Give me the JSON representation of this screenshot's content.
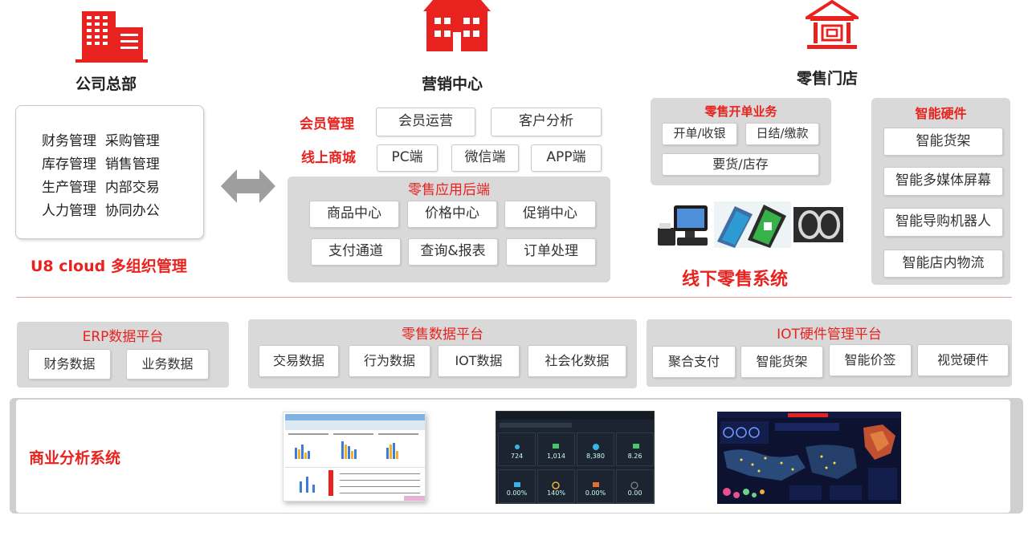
{
  "hq": {
    "title": "公司总部",
    "items": [
      [
        "财务管理",
        "采购管理"
      ],
      [
        "库存管理",
        "销售管理"
      ],
      [
        "生产管理",
        "内部交易"
      ],
      [
        "人力管理",
        "协同办公"
      ]
    ],
    "caption": "U8 cloud 多组织管理"
  },
  "marketing": {
    "title": "营销中心",
    "member_label": "会员管理",
    "member_items": [
      "会员运营",
      "客户分析"
    ],
    "online_label": "线上商城",
    "online_items": [
      "PC端",
      "微信端",
      "APP端"
    ],
    "backend_title": "零售应用后端",
    "backend_items": [
      "商品中心",
      "价格中心",
      "促销中心",
      "支付通道",
      "查询&报表",
      "订单处理"
    ]
  },
  "store": {
    "title": "零售门店",
    "biz_title": "零售开单业务",
    "biz_items": [
      "开单/收银",
      "日结/缴款",
      "要货/店存"
    ],
    "caption": "线下零售系统",
    "hw_title": "智能硬件",
    "hw_items": [
      "智能货架",
      "智能多媒体屏幕",
      "智能导购机器人",
      "智能店内物流"
    ]
  },
  "platforms": {
    "erp": {
      "title": "ERP数据平台",
      "items": [
        "财务数据",
        "业务数据"
      ]
    },
    "retail": {
      "title": "零售数据平台",
      "items": [
        "交易数据",
        "行为数据",
        "IOT数据",
        "社会化数据"
      ]
    },
    "iot": {
      "title": "IOT硬件管理平台",
      "items": [
        "聚合支付",
        "智能货架",
        "智能价签",
        "视觉硬件"
      ]
    }
  },
  "analysis": {
    "title": "商业分析系统",
    "dash2_values": [
      "724",
      "1,014",
      "8,380",
      "8.26",
      "0.00%",
      "140%",
      "0.00%",
      "0.00"
    ]
  },
  "colors": {
    "accent": "#e8231f",
    "panel": "#d9d9d9",
    "dark": "#1b2430"
  }
}
